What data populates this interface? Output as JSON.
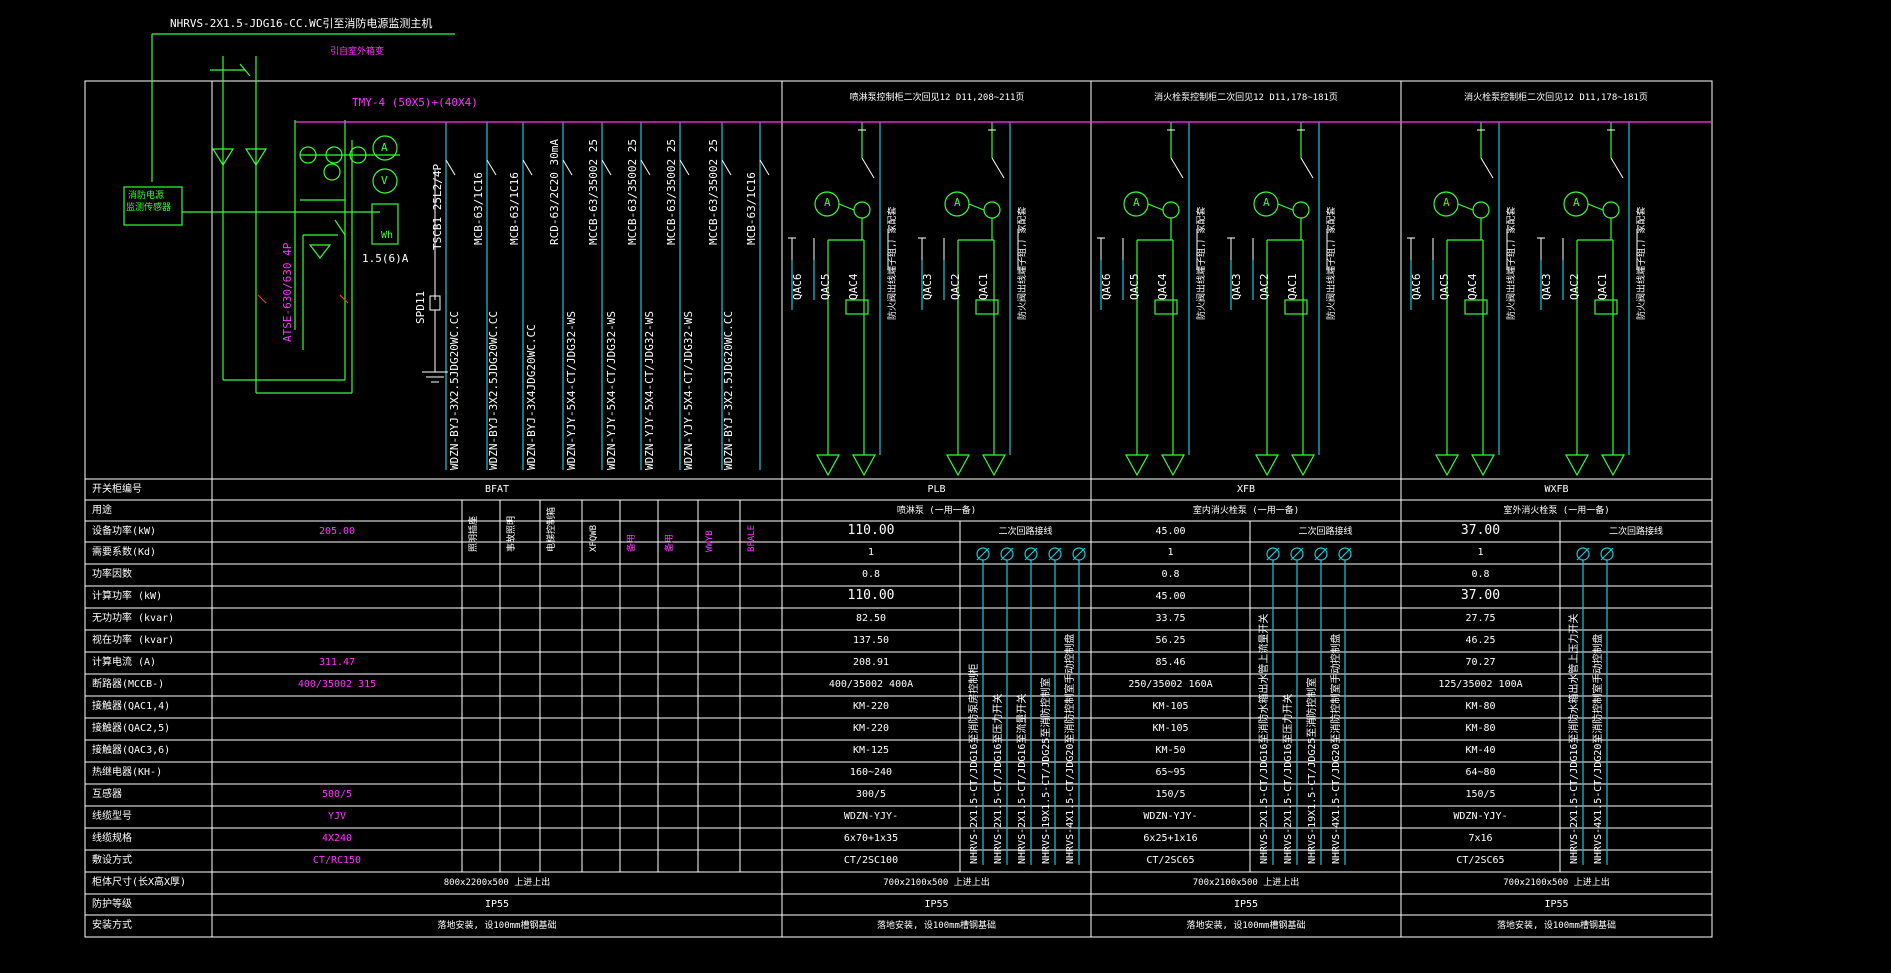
{
  "header": {
    "feeder_cable": "NHRVS-2X1.5-JDG16-CC.WC引至消防电源监测主机",
    "outdoor_note": "引自室外箱变",
    "busbar": "TMY-4 (50X5)+(40X4)",
    "monitor_box": [
      "消防电源",
      "监测传感器"
    ],
    "ats": "ATSE-630/630 4P",
    "meter_ct": "1.5(6)A",
    "kwh_label": "Wh",
    "spd": "SPD11",
    "col_headers": [
      "喷淋泵控制柜二次回见12 D11,208~211页",
      "消火栓泵控制柜二次回见12 D11,178~181页",
      "消火栓泵控制柜二次回见12 D11,178~181页"
    ]
  },
  "bfat_breakers": [
    "TSCB1 25L2/4P",
    "MCB-63/1C16",
    "MCB-63/1C16",
    "RCD-63/2C20 30mA",
    "MCCB-63/35002 25",
    "MCCB-63/35002 25",
    "MCCB-63/35002 25",
    "MCCB-63/35002 25",
    "MCB-63/1C16"
  ],
  "bfat_cables": [
    "WDZN-BYJ-3X2.5JDG20WC.CC",
    "WDZN-BYJ-3X2.5JDG20WC.CC",
    "WDZN-BYJ-3X4JDG20WC.CC",
    "WDZN-YJY-5X4-CT/JDG32-WS",
    "WDZN-YJY-5X4-CT/JDG32-WS",
    "WDZN-YJY-5X4-CT/JDG32-WS",
    "WDZN-YJY-5X4-CT/JDG32-WS",
    "WDZN-BYJ-3X2.5JDG20WC.CC"
  ],
  "pump_labels": {
    "qac_left": [
      "QAC6",
      "QAC5",
      "QAC4"
    ],
    "qac_right": [
      "QAC3",
      "QAC2",
      "QAC1"
    ],
    "side_note": "防火阀出线端子组,厂家配套",
    "ammeter": "A"
  },
  "table": {
    "row_labels": [
      "开关柜编号",
      "用途",
      "设备功率(kW)",
      "需要系数(Kd)",
      "功率因数",
      "计算功率 (kW)",
      "无功功率 (kvar)",
      "视在功率 (kvar)",
      "计算电流 (A)",
      "断路器(MCCB-)",
      "接触器(QAC1,4)",
      "接触器(QAC2,5)",
      "接触器(QAC3,6)",
      "热继电器(KH-)",
      "互感器",
      "线缆型号",
      "线缆规格",
      "敷设方式",
      "柜体尺寸(长X高X厚)",
      "防护等级",
      "安装方式"
    ],
    "bfat": {
      "id": "BFAT",
      "values": {
        "2": "205.00",
        "8": "311.47",
        "9": "400/35002 315",
        "14": "500/5",
        "15": "YJV",
        "16": "4X240",
        "17": "CT/RC150"
      },
      "size": "800x2200x500 上进上出",
      "protection": "IP55",
      "install": "落地安装, 设100mm槽钢基础",
      "branch_uses": [
        "照明插座",
        "事故照明",
        "电梯控制箱",
        "XFQWB",
        "备用",
        "备用",
        "WWYB",
        "BFALE"
      ]
    },
    "panels": [
      {
        "id": "PLB",
        "use": "喷淋泵 (一用一备)",
        "values": [
          "110.00",
          "1",
          "0.8",
          "110.00",
          "82.50",
          "137.50",
          "208.91",
          "400/35002 400A",
          "KM-220",
          "KM-220",
          "KM-125",
          "160~240",
          "300/5",
          "WDZN-YJY-",
          "6x70+1x35",
          "CT/2SC100"
        ],
        "size": "700x2100x500 上进上出",
        "protection": "IP55",
        "install": "落地安装, 设100mm槽钢基础",
        "secondary_label": "二次回路接线",
        "secondary_cables": [
          "NHRVS-2X1.5-CT/JDG16至消防泵房控制柜",
          "NHRVS-2X1.5-CT/JDG16至压力开关",
          "NHRVS-2X1.5-CT/JDG16至流量开关",
          "NHRVS-19X1.5-CT/JDG25至消防控制室",
          "NHRVS-4X1.5-CT/JDG20至消防控制室手动控制盘"
        ]
      },
      {
        "id": "XFB",
        "use": "室内消火栓泵 (一用一备)",
        "values": [
          "45.00",
          "1",
          "0.8",
          "45.00",
          "33.75",
          "56.25",
          "85.46",
          "250/35002 160A",
          "KM-105",
          "KM-105",
          "KM-50",
          "65~95",
          "150/5",
          "WDZN-YJY-",
          "6x25+1x16",
          "CT/2SC65"
        ],
        "size": "700x2100x500 上进上出",
        "protection": "IP55",
        "install": "落地安装, 设100mm槽钢基础",
        "secondary_label": "二次回路接线",
        "secondary_cables": [
          "NHRVS-2X1.5-CT/JDG16至消防水箱出水管上流量开关",
          "NHRVS-2X1.5-CT/JDG16至压力开关",
          "NHRVS-19X1.5-CT/JDG25至消防控制室",
          "NHRVS-4X1.5-CT/JDG20至消防控制室手动控制盘"
        ]
      },
      {
        "id": "WXFB",
        "use": "室外消火栓泵 (一用一备)",
        "values": [
          "37.00",
          "1",
          "0.8",
          "37.00",
          "27.75",
          "46.25",
          "70.27",
          "125/35002 100A",
          "KM-80",
          "KM-80",
          "KM-40",
          "64~80",
          "150/5",
          "WDZN-YJY-",
          "7x16",
          "CT/2SC65"
        ],
        "size": "700x2100x500 上进上出",
        "protection": "IP55",
        "install": "落地安装, 设100mm槽钢基础",
        "secondary_label": "二次回路接线",
        "secondary_cables": [
          "NHRVS-2X1.5-CT/JDG16至消防水箱出水管上压力开关",
          "NHRVS-4X1.5-CT/JDG20至消防控制室手动控制盘"
        ]
      }
    ]
  }
}
